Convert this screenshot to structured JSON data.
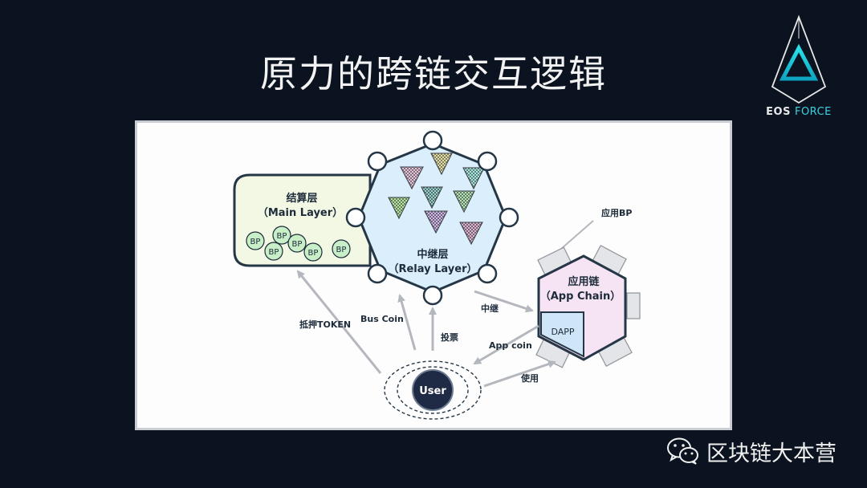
{
  "slide": {
    "title": "原力的跨链交互逻辑"
  },
  "logo": {
    "brand_main": "EOS",
    "brand_accent": "FORCE",
    "accent_color": "#3fd0e0"
  },
  "diagram": {
    "main_layer": {
      "title_cn": "结算层",
      "title_en": "（Main Layer）",
      "bp_label": "BP",
      "fill": "#f3f8e4"
    },
    "relay_layer": {
      "title_cn": "中继层",
      "title_en": "（Relay Layer）",
      "fill": "#dbeefc"
    },
    "app_chain": {
      "title_cn": "应用链",
      "title_en": "（App Chain）",
      "dapp_label": "DAPP",
      "bp_callout": "应用BP",
      "fill": "#f6e3f3"
    },
    "user": {
      "label": "User",
      "fill": "#1f2a44"
    },
    "arrows": {
      "stake_token": "抵押TOKEN",
      "bus_coin": "Bus Coin",
      "vote": "投票",
      "relay": "中继",
      "app_coin": "App coin",
      "use": "使用"
    }
  },
  "watermark": {
    "icon": "wechat-icon",
    "text": "区块链大本营"
  }
}
